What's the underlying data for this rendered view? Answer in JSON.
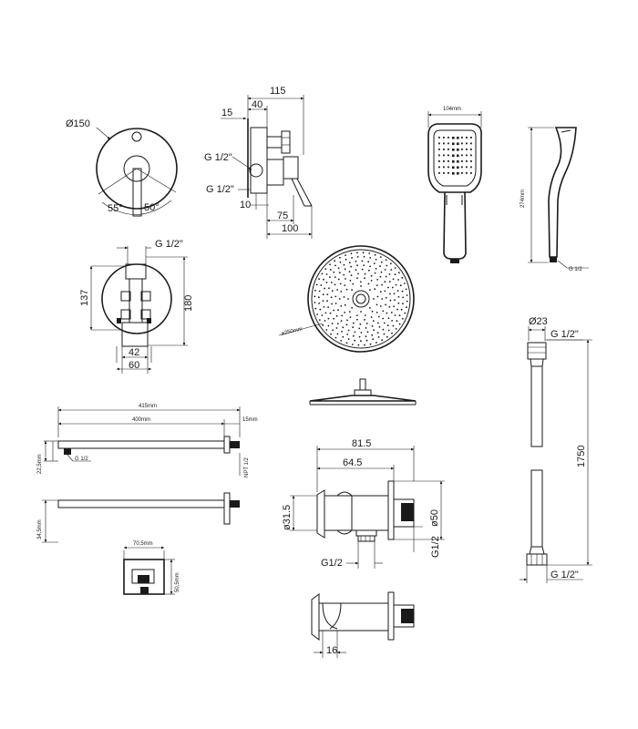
{
  "labels": {
    "valve_diameter": "Ø150",
    "angle_left": "55°",
    "angle_right": "50°",
    "side_115": "115",
    "side_40": "40",
    "side_15": "15",
    "side_thread_top": "G 1/2\"",
    "side_thread_bottom": "G 1/2\"",
    "side_10": "10",
    "side_75": "75",
    "side_100": "100",
    "box_thread": "G 1/2\"",
    "box_137": "137",
    "box_180": "180",
    "box_42": "42",
    "box_60": "60",
    "hs_width": "104mm",
    "hs_length": "274mm",
    "hs_thread": "G 1/2",
    "rain_dia": "ø250mm",
    "arm_415": "415mm",
    "arm_400": "400mm",
    "arm_15": "15mm",
    "arm_thread": "G 1/2",
    "arm_height": "22,5mm",
    "arm_npt": "NPT 1/2",
    "arm_345": "34,5mm",
    "flange_705": "70,5mm",
    "flange_505": "50,5mm",
    "outlet_815": "81.5",
    "outlet_645": "64.5",
    "outlet_315": "ø31.5",
    "outlet_50": "ø50",
    "outlet_g12_bottom": "G1/2",
    "outlet_g12_side": "G1/2",
    "outlet_16": "16",
    "hose_23": "Ø23",
    "hose_thread_top": "G 1/2\"",
    "hose_1750": "1750",
    "hose_thread_bottom": "G 1/2\""
  },
  "icons": {
    "rain_nozzle": "nozzle-dot",
    "handshower_nozzle": "nozzle-dot"
  }
}
